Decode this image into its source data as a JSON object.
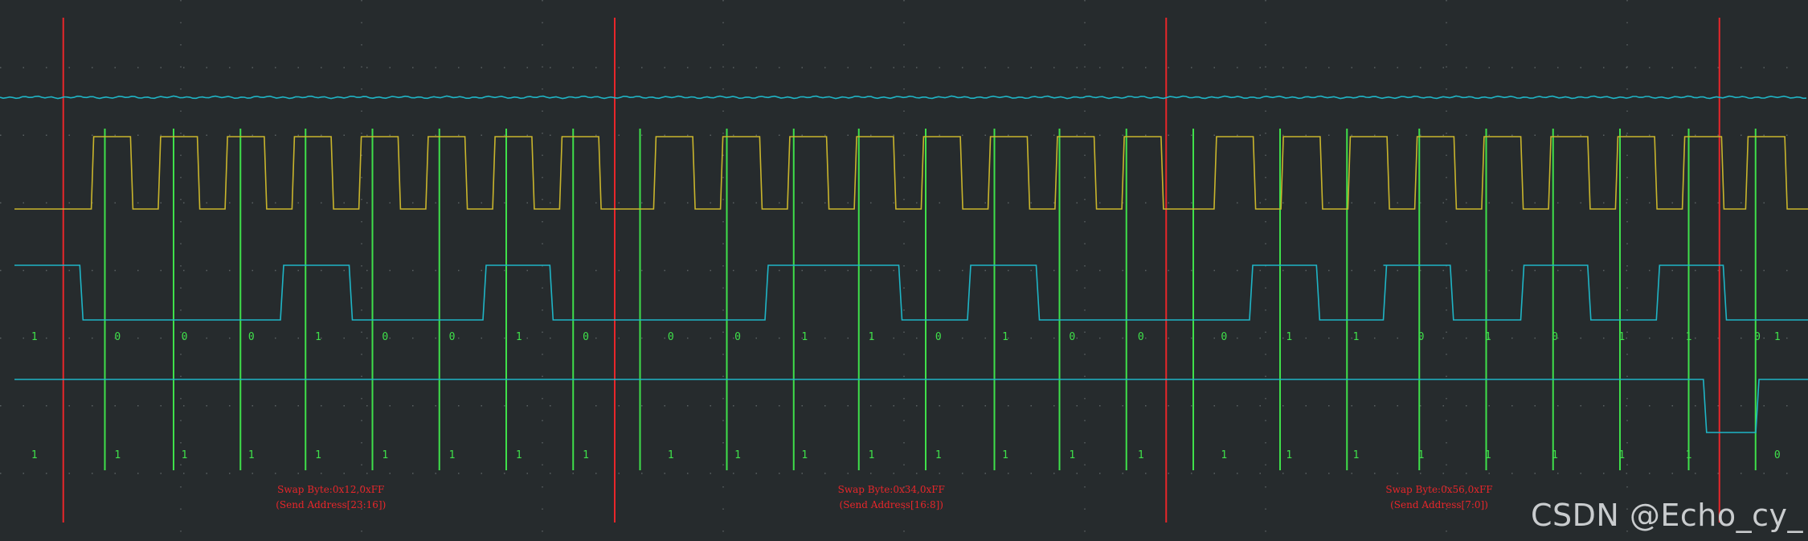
{
  "chart_data": {
    "type": "line",
    "grid": true,
    "x": {
      "range": [
        0,
        1
      ],
      "divisions": 10
    },
    "colors": {
      "background": "#262b2d",
      "grid": "#5a6062",
      "cs_trace": "#1fb5c6",
      "clk_trace": "#c9b52c",
      "d0_trace": "#1fb5c6",
      "d1_trace": "#1fb5c6",
      "cursor_byte": "#e8262a",
      "cursor_bit": "#3fe04a",
      "annotation": "#e8262a"
    },
    "clock_edges": [
      0.062,
      0.099,
      0.136,
      0.173,
      0.21,
      0.247,
      0.284,
      0.321,
      0.373,
      0.41,
      0.447,
      0.484,
      0.521,
      0.558,
      0.595,
      0.632,
      0.683,
      0.72,
      0.757,
      0.794,
      0.831,
      0.868,
      0.905,
      0.942,
      0.977
    ],
    "byte_cursors": [
      0.035,
      0.34,
      0.645,
      0.951
    ],
    "bit_cursors": [
      0.058,
      0.096,
      0.133,
      0.169,
      0.206,
      0.243,
      0.28,
      0.317,
      0.354,
      0.402,
      0.439,
      0.475,
      0.512,
      0.55,
      0.586,
      0.623,
      0.66,
      0.708,
      0.745,
      0.785,
      0.822,
      0.859,
      0.896,
      0.934,
      0.971
    ],
    "d0_levels": [
      [
        0,
        1
      ],
      [
        0.045,
        0
      ],
      [
        0.156,
        1
      ],
      [
        0.194,
        0
      ],
      [
        0.268,
        1
      ],
      [
        0.305,
        0
      ],
      [
        0.424,
        1
      ],
      [
        0.498,
        0
      ],
      [
        0.536,
        1
      ],
      [
        0.574,
        0
      ],
      [
        0.692,
        1
      ],
      [
        0.729,
        0
      ],
      [
        0.766,
        1
      ],
      [
        0.766,
        1
      ],
      [
        0.803,
        0
      ],
      [
        0.842,
        1
      ],
      [
        0.879,
        0
      ],
      [
        0.917,
        1
      ],
      [
        0.954,
        0
      ],
      [
        1,
        0
      ]
    ],
    "d1_levels": [
      [
        0,
        1
      ],
      [
        0.943,
        0
      ],
      [
        0.972,
        1
      ],
      [
        1,
        1
      ]
    ],
    "d0_bits": [
      {
        "x": 0.019,
        "v": "1"
      },
      {
        "x": 0.065,
        "v": "0"
      },
      {
        "x": 0.102,
        "v": "0"
      },
      {
        "x": 0.139,
        "v": "0"
      },
      {
        "x": 0.176,
        "v": "1"
      },
      {
        "x": 0.213,
        "v": "0"
      },
      {
        "x": 0.25,
        "v": "0"
      },
      {
        "x": 0.287,
        "v": "1"
      },
      {
        "x": 0.324,
        "v": "0"
      },
      {
        "x": 0.371,
        "v": "0"
      },
      {
        "x": 0.408,
        "v": "0"
      },
      {
        "x": 0.445,
        "v": "1"
      },
      {
        "x": 0.482,
        "v": "1"
      },
      {
        "x": 0.519,
        "v": "0"
      },
      {
        "x": 0.556,
        "v": "1"
      },
      {
        "x": 0.593,
        "v": "0"
      },
      {
        "x": 0.631,
        "v": "0"
      },
      {
        "x": 0.677,
        "v": "0"
      },
      {
        "x": 0.713,
        "v": "1"
      },
      {
        "x": 0.75,
        "v": "1"
      },
      {
        "x": 0.786,
        "v": "0"
      },
      {
        "x": 0.823,
        "v": "1"
      },
      {
        "x": 0.86,
        "v": "0"
      },
      {
        "x": 0.897,
        "v": "1"
      },
      {
        "x": 0.934,
        "v": "1"
      },
      {
        "x": 0.972,
        "v": "0"
      },
      {
        "x": 0.983,
        "v": "1"
      }
    ],
    "d1_bits": [
      {
        "x": 0.019,
        "v": "1"
      },
      {
        "x": 0.065,
        "v": "1"
      },
      {
        "x": 0.102,
        "v": "1"
      },
      {
        "x": 0.139,
        "v": "1"
      },
      {
        "x": 0.176,
        "v": "1"
      },
      {
        "x": 0.213,
        "v": "1"
      },
      {
        "x": 0.25,
        "v": "1"
      },
      {
        "x": 0.287,
        "v": "1"
      },
      {
        "x": 0.324,
        "v": "1"
      },
      {
        "x": 0.371,
        "v": "1"
      },
      {
        "x": 0.408,
        "v": "1"
      },
      {
        "x": 0.445,
        "v": "1"
      },
      {
        "x": 0.482,
        "v": "1"
      },
      {
        "x": 0.519,
        "v": "1"
      },
      {
        "x": 0.556,
        "v": "1"
      },
      {
        "x": 0.593,
        "v": "1"
      },
      {
        "x": 0.631,
        "v": "1"
      },
      {
        "x": 0.677,
        "v": "1"
      },
      {
        "x": 0.713,
        "v": "1"
      },
      {
        "x": 0.75,
        "v": "1"
      },
      {
        "x": 0.786,
        "v": "1"
      },
      {
        "x": 0.823,
        "v": "1"
      },
      {
        "x": 0.86,
        "v": "1"
      },
      {
        "x": 0.897,
        "v": "1"
      },
      {
        "x": 0.934,
        "v": "1"
      },
      {
        "x": 0.983,
        "v": "0"
      }
    ],
    "annotations": [
      {
        "x": 0.183,
        "line1": "Swap Byte:0x12,0xFF",
        "line2": "(Send Address[23:16])"
      },
      {
        "x": 0.493,
        "line1": "Swap Byte:0x34,0xFF",
        "line2": "(Send Address[16:8])"
      },
      {
        "x": 0.796,
        "line1": "Swap Byte:0x56,0xFF",
        "line2": "(Send Address[7:0])"
      }
    ]
  },
  "watermark": "CSDN @Echo_cy_"
}
